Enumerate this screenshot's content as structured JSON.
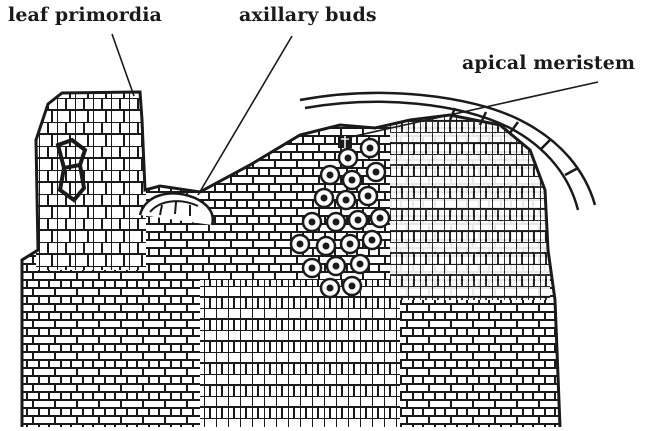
{
  "figure": {
    "labels": {
      "leaf_primordia": "leaf primordia",
      "axillary_buds": "axillary buds",
      "apical_meristem": "apical meristem"
    },
    "colors": {
      "ink": "#1a1a1a",
      "background": "#ffffff"
    }
  }
}
